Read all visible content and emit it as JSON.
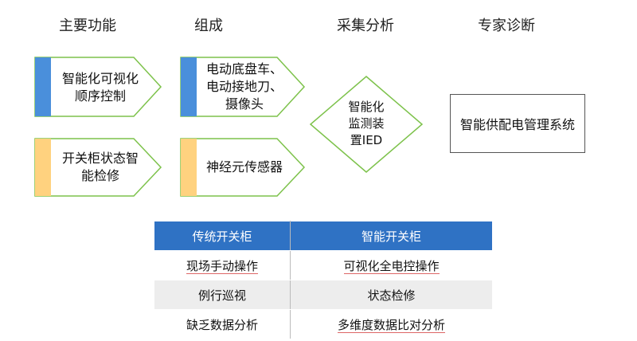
{
  "headers": {
    "main_function": "主要功能",
    "composition": "组成",
    "collection": "采集分析",
    "expert": "专家诊断"
  },
  "boxes": {
    "smart_visual": [
      "智能化可视化",
      "顺序控制"
    ],
    "switch_status": [
      "开关柜状态智",
      "能检修"
    ],
    "chassis": [
      "电动底盘车、",
      "电动接地刀、",
      "摄像头"
    ],
    "neural": [
      "神经元传感器"
    ],
    "ied": [
      "智能化",
      "监测装",
      "置IED"
    ],
    "expert_system": "智能供配电管理系统"
  },
  "table": {
    "headers": [
      "传统开关柜",
      "智能开关柜"
    ],
    "rows": [
      [
        "现场手动操作",
        "可视化全电控操作"
      ],
      [
        "例行巡视",
        "状态检修"
      ],
      [
        "缺乏数据分析",
        "多维度数据比对分析"
      ]
    ]
  },
  "colors": {
    "blue_bar": "#4a8fdb",
    "yellow_bar": "#ffd27f",
    "green_border": "#7dc24b",
    "table_header": "#2f72c4"
  }
}
